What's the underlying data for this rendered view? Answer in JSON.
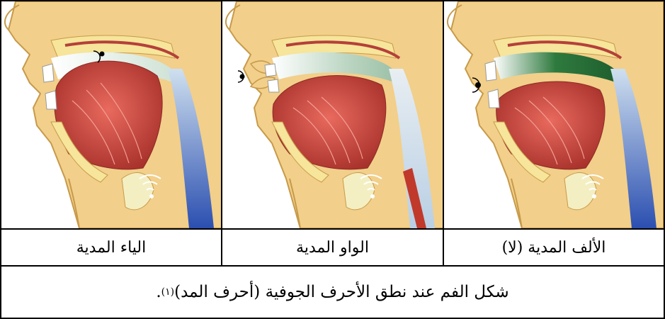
{
  "labels": {
    "alif": "الألف المدية (لا)",
    "waw": "الواو المدية",
    "ya": "الياء المدية"
  },
  "caption": {
    "text": "شكل الفم عند نطق الأحرف الجوفية (أحرف المد)",
    "footnote": "(١)",
    "tail": "."
  },
  "colors": {
    "skin": "#f2cf8a",
    "skin_edge": "#c79a4a",
    "tongue": "#d9534a",
    "tongue_dark": "#a8322c",
    "airway": "#dfe8ec",
    "airway_green": "#1f5e2e",
    "throat_blue": "#2b4fb0",
    "bone": "#f4efc2"
  }
}
